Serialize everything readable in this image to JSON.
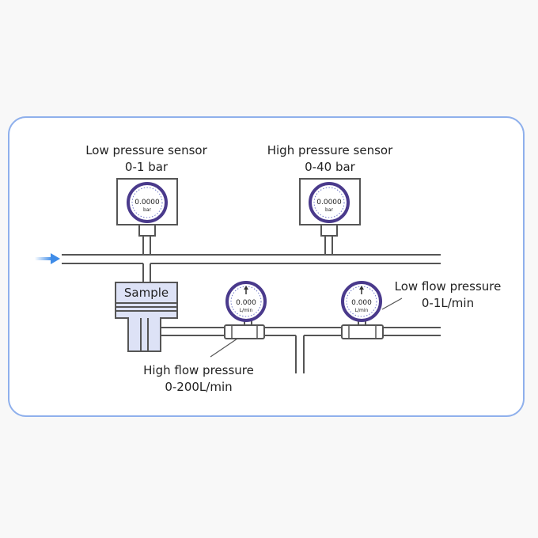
{
  "colors": {
    "page_background": "#f8f8f8",
    "panel_border": "#8fb0ec",
    "panel_fill": "#ffffff",
    "line": "#555555",
    "gauge_ring": "#4a3a8c",
    "gauge_ring_light": "#6f78c8",
    "sample_fill": "#dde2f6",
    "arrow": "#3f8ce8"
  },
  "low_pressure_sensor": {
    "name": "Low pressure sensor",
    "range": "0-1 bar",
    "reading": "0.0000",
    "unit": "bar"
  },
  "high_pressure_sensor": {
    "name": "High pressure sensor",
    "range": "0-40 bar",
    "reading": "0.0000",
    "unit": "bar"
  },
  "sample": {
    "label": "Sample"
  },
  "high_flow_pressure": {
    "name": "High flow pressure",
    "range": "0-200L/min",
    "reading": "0.000",
    "unit": "L/min"
  },
  "low_flow_pressure": {
    "name": "Low flow pressure",
    "range": "0-1L/min",
    "reading": "0.000",
    "unit": "L/min"
  },
  "inlet_arrow_icon": "arrow-right-icon"
}
